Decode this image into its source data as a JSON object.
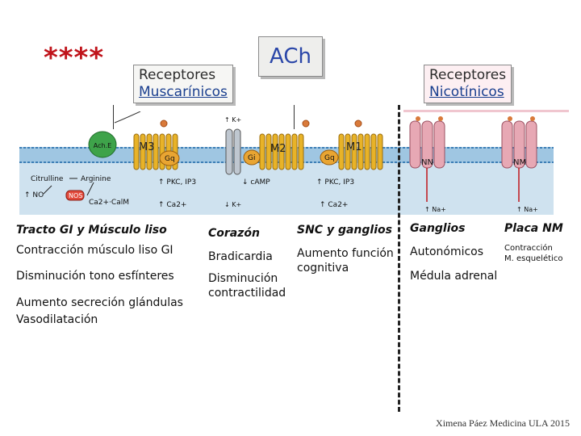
{
  "header": {
    "stars": "****",
    "muscarinic_line1": "Receptores",
    "muscarinic_line2": "Muscarínicos",
    "ach": "ACh",
    "nicotinic_line1": "Receptores",
    "nicotinic_line2": "Nicotínicos"
  },
  "diagram": {
    "ach_e": "Ach.E",
    "m3": "M3",
    "gq1": "Gq",
    "m2": "M2",
    "gi": "Gi",
    "m1": "M1",
    "gq2": "Gq",
    "k_up": "↑ K+",
    "k_down": "↓ K+",
    "camp": "↓ cAMP",
    "pkc1": "↑ PKC, IP3",
    "pkc2": "↑ PKC, IP3",
    "ca1": "↑ Ca2+",
    "ca2": "↑ Ca2+",
    "citrulline": "Citrulline",
    "arginine": "Arginine",
    "no": "↑ NO",
    "nos": "NOS",
    "ca_calm": "Ca2+·CalM",
    "nn": "NN",
    "nm": "NM",
    "na1": "↑ Na+",
    "na2": "↑ Na+"
  },
  "columns": {
    "gi_tract": {
      "heading": "Tracto GI y Músculo liso",
      "items": [
        "Contracción músculo liso GI",
        "Disminución tono esfínteres",
        "Aumento secreción glándulas",
        "Vasodilatación"
      ]
    },
    "heart": {
      "heading": "Corazón",
      "items": [
        "Bradicardia",
        "Disminución",
        "contractilidad"
      ]
    },
    "cns": {
      "heading": "SNC y ganglios",
      "items": [
        "Aumento función",
        "cognitiva"
      ]
    },
    "ganglia": {
      "heading": "Ganglios",
      "items": [
        "Autonómicos",
        "Médula adrenal"
      ]
    },
    "nmj": {
      "heading": "Placa NM",
      "items": [
        "Contracción",
        "M. esquelético"
      ]
    }
  },
  "credit": "Ximena Páez Medicina ULA 2015",
  "colors": {
    "stars": "#c0141b",
    "ach_text": "#2a46a8",
    "membrane": "#9fc6e2",
    "receptor": "#e8b328",
    "g_protein": "#e9a532",
    "nicotinic_channel": "#e7a8b4",
    "nos": "#e24a3c"
  }
}
